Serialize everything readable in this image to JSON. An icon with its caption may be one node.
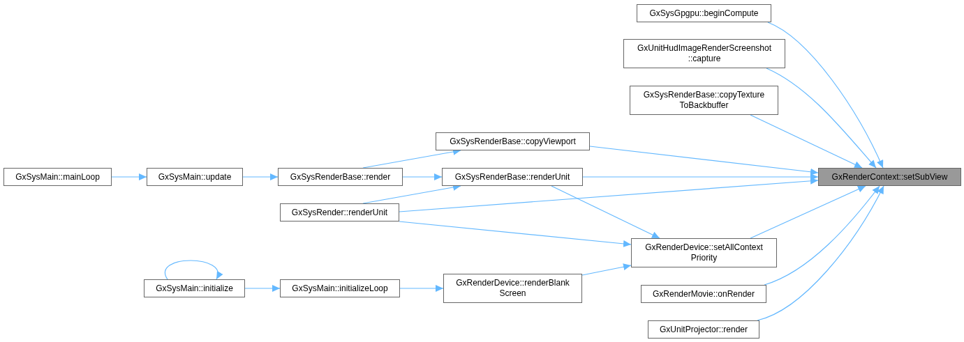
{
  "diagram": {
    "nodes": [
      {
        "text": [
          "GxRenderContext::setSubView"
        ]
      },
      {
        "text": [
          "GxSysGpgpu::beginCompute"
        ]
      },
      {
        "text": [
          "GxUnitHudImageRenderScreenshot ::capture"
        ]
      },
      {
        "text": [
          "GxSysRenderBase::copyTexture ToBackbuffer"
        ]
      },
      {
        "text": [
          "GxSysRenderBase::copyViewport"
        ]
      },
      {
        "text": [
          "GxSysRenderBase::renderUnit"
        ]
      },
      {
        "text": [
          "GxSysMain::mainLoop"
        ]
      },
      {
        "text": [
          "GxSysMain::update"
        ]
      },
      {
        "text": [
          "GxSysRenderBase::render"
        ]
      },
      {
        "text": [
          "GxSysRender::renderUnit"
        ]
      },
      {
        "text": [
          "GxRenderDevice::setAllContext Priority"
        ]
      },
      {
        "text": [
          "GxSysMain::initialize"
        ]
      },
      {
        "text": [
          "GxSysMain::initializeLoop"
        ]
      },
      {
        "text": [
          "GxRenderDevice::renderBlank Screen"
        ]
      },
      {
        "text": [
          "GxRenderMovie::onRender"
        ]
      },
      {
        "text": [
          "GxUnitProjector::render"
        ]
      }
    ],
    "edges": [
      {
        "from": 1,
        "to": 0,
        "arrow": "to"
      },
      {
        "from": 2,
        "to": 0,
        "arrow": "to"
      },
      {
        "from": 3,
        "to": 0,
        "arrow": "to"
      },
      {
        "from": 4,
        "to": 0,
        "arrow": "to"
      },
      {
        "from": 5,
        "to": 0,
        "arrow": "to"
      },
      {
        "from": 9,
        "to": 0,
        "arrow": "to"
      },
      {
        "from": 10,
        "to": 0,
        "arrow": "to"
      },
      {
        "from": 14,
        "to": 0,
        "arrow": "to"
      },
      {
        "from": 15,
        "to": 0,
        "arrow": "to"
      },
      {
        "from": 6,
        "to": 7,
        "arrow": "to"
      },
      {
        "from": 7,
        "to": 8,
        "arrow": "to"
      },
      {
        "from": 8,
        "to": 4,
        "arrow": "to"
      },
      {
        "from": 8,
        "to": 5,
        "arrow": "to"
      },
      {
        "from": 9,
        "to": 5,
        "arrow": "to"
      },
      {
        "from": 5,
        "to": 10,
        "arrow": "to"
      },
      {
        "from": 9,
        "to": 10,
        "arrow": "to"
      },
      {
        "from": 13,
        "to": 10,
        "arrow": "to"
      },
      {
        "from": 11,
        "to": 11,
        "arrow": "to"
      },
      {
        "from": 11,
        "to": 12,
        "arrow": "to"
      },
      {
        "from": 12,
        "to": 13,
        "arrow": "to"
      }
    ]
  }
}
